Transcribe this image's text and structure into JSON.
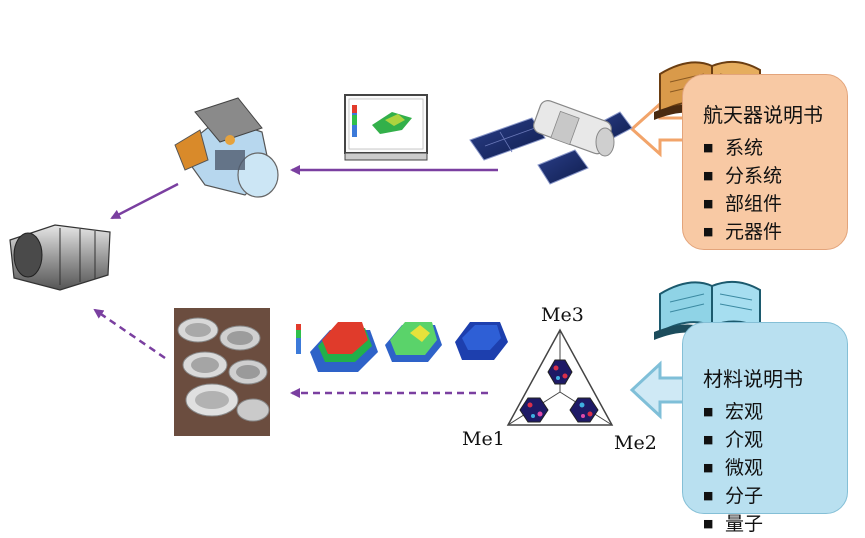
{
  "spacecraft_manual": {
    "title": "航天器说明书",
    "items": [
      "系统",
      "分系统",
      "部组件",
      "元器件"
    ]
  },
  "material_manual": {
    "title": "材料说明书",
    "items": [
      "宏观",
      "介观",
      "微观",
      "分子",
      "量子"
    ]
  },
  "phase_diagram": {
    "vertex_top": "Me3",
    "vertex_left": "Me1",
    "vertex_right": "Me2"
  },
  "colors": {
    "spec_card_fill": "#f8c9a4",
    "spec_card_border": "#e3a47b",
    "material_card_fill": "#b9e0f0",
    "material_card_border": "#84bfd6",
    "flow_arrow": "#7a3fa0"
  },
  "icons": [
    "open-book-icon",
    "satellite-icon",
    "computer-monitor-icon",
    "spacecraft-cutaway-icon",
    "cylinder-component-icon",
    "metal-cups-photo-icon",
    "simulation-tiles-icon"
  ]
}
